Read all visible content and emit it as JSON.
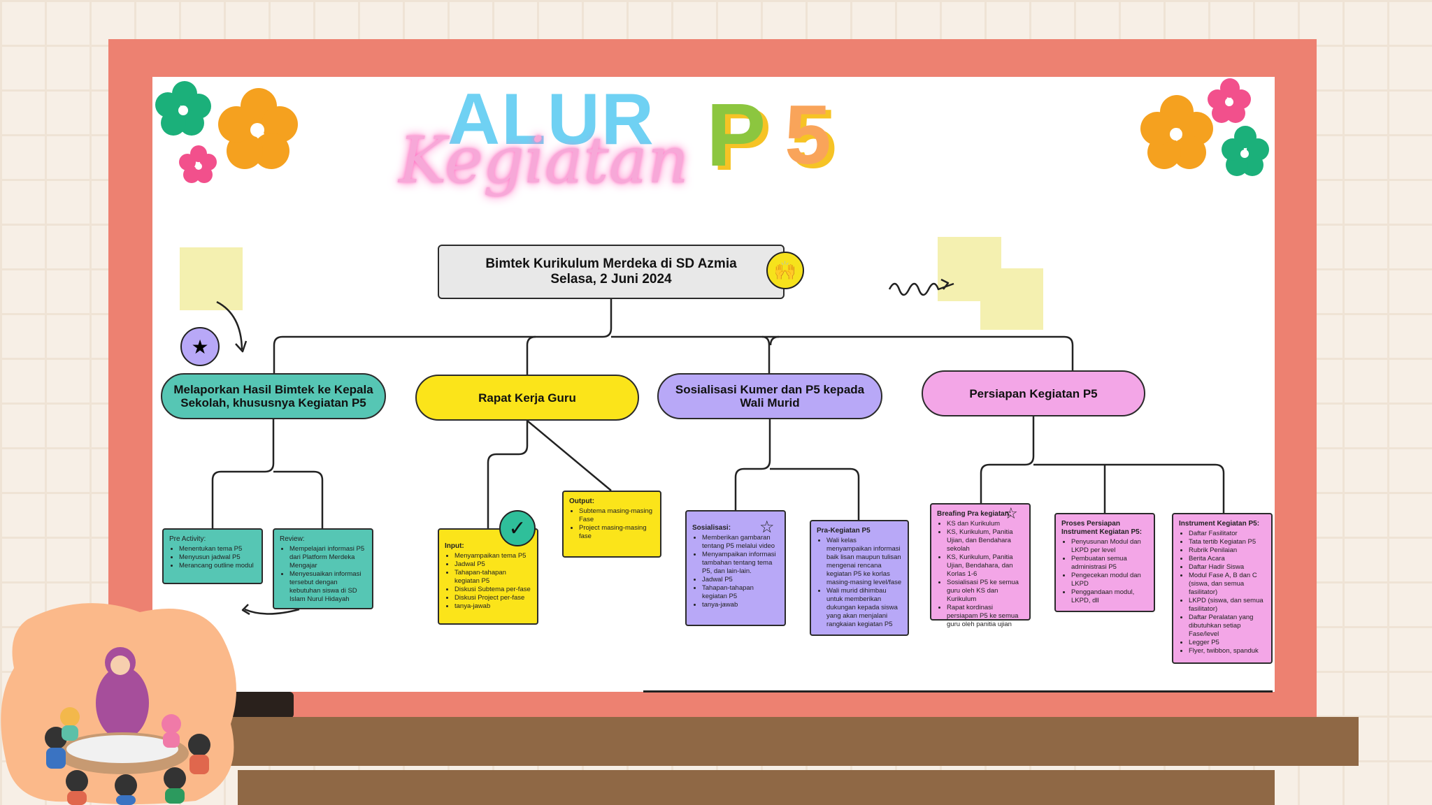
{
  "title": {
    "line1": "ALUR",
    "line2": "Kegiatan",
    "brand_p": "P",
    "brand_5": "5"
  },
  "root": {
    "line1": "Bimtek Kurikulum Merdeka di SD Azmia",
    "line2": "Selasa, 2 Juni 2024"
  },
  "branches": [
    {
      "label": "Melaporkan Hasil Bimtek ke Kepala Sekolah, khususnya Kegiatan P5",
      "color": "#56c6b4",
      "cards": [
        {
          "title": "Pre Activity:",
          "items": [
            "Menentukan tema P5",
            "Menyusun jadwal P5",
            "Merancang outline modul"
          ]
        },
        {
          "title": "Review:",
          "items": [
            "Mempelajari informasi P5 dari Platform Merdeka Mengajar",
            "Menyesuaikan informasi tersebut dengan kebutuhan siswa di SD Islam Nurul Hidayah"
          ]
        }
      ]
    },
    {
      "label": "Rapat Kerja Guru",
      "color": "#fbe41a",
      "cards": [
        {
          "title": "Input:",
          "items": [
            "Menyampaikan tema P5",
            "Jadwal P5",
            "Tahapan-tahapan kegiatan P5",
            "Diskusi Subtema per-fase",
            "Diskusi Project per-fase",
            "tanya-jawab"
          ]
        },
        {
          "title": "Output:",
          "items": [
            "Subtema masing-masing Fase",
            "Project masing-masing fase"
          ]
        }
      ]
    },
    {
      "label": "Sosialisasi Kumer dan P5 kepada Wali Murid",
      "color": "#b8a8f7",
      "cards": [
        {
          "title": "Sosialisasi:",
          "items": [
            "Memberikan gambaran tentang P5 melalui video",
            "Menyampaikan informasi tambahan tentang tema P5, dan lain-lain.",
            "Jadwal P5",
            "Tahapan-tahapan kegiatan P5",
            "tanya-jawab"
          ]
        },
        {
          "title": "Pra-Kegiatan P5",
          "items": [
            "Wali kelas menyampaikan informasi baik lisan maupun tulisan mengenai rencana kegiatan P5 ke korlas masing-masing level/fase",
            "Wali murid dihimbau untuk memberikan dukungan kepada siswa yang akan menjalani rangkaian kegiatan P5"
          ]
        }
      ]
    },
    {
      "label": "Persiapan Kegiatan P5",
      "color": "#f3a6e7",
      "cards": [
        {
          "title": "Breafing Pra kegiatan:",
          "items": [
            "KS dan Kurikulum",
            "KS, Kurikulum, Panitia Ujian, dan Bendahara sekolah",
            "KS, Kurikulum, Panitia Ujian, Bendahara, dan Korlas 1-6",
            "Sosialisasi P5 ke semua guru oleh KS dan Kurikulum",
            "Rapat kordinasi persiapam P5 ke semua guru oleh panitia ujian"
          ]
        },
        {
          "title": "Proses Persiapan Instrument Kegiatan P5:",
          "items": [
            "Penyusunan Modul dan LKPD per level",
            "Pembuatan semua administrasi P5",
            "Pengecekan modul dan LKPD",
            "Penggandaan modul, LKPD, dll"
          ]
        },
        {
          "title": "Instrument Kegiatan P5:",
          "items": [
            "Daftar Fasilitator",
            "Tata tertib Kegiatan P5",
            "Rubrik Penilaian",
            "Berita Acara",
            "Daftar Hadir Siswa",
            "Modul Fase A, B dan C (siswa, dan semua fasilitator)",
            "LKPD (siswa, dan semua fasilitator)",
            "Daftar Peralatan yang dibutuhkan setiap Fase/level",
            "Legger P5",
            "Flyer, twibbon, spanduk"
          ]
        }
      ]
    }
  ],
  "colors": {
    "frame": "#ed8171",
    "shelf": "#8f6845",
    "sticky_note": "#f4f0b0",
    "root_box": "#e8e8e8"
  },
  "icons": [
    "raised-hands-icon",
    "star-icon",
    "checkmark-icon",
    "flower-icon",
    "squiggle-arrow-icon",
    "teacher-students-illustration"
  ]
}
